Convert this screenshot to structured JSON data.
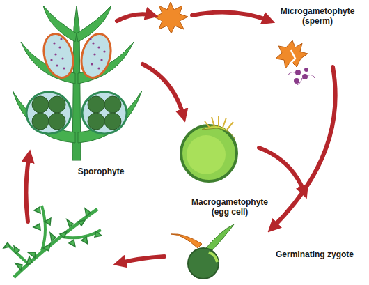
{
  "diagram": {
    "labels": [
      "Microgametophyte (sperm)",
      "Sporophyte",
      "Macrogametophyte (egg cell)",
      "Germinating zygote"
    ]
  }
}
